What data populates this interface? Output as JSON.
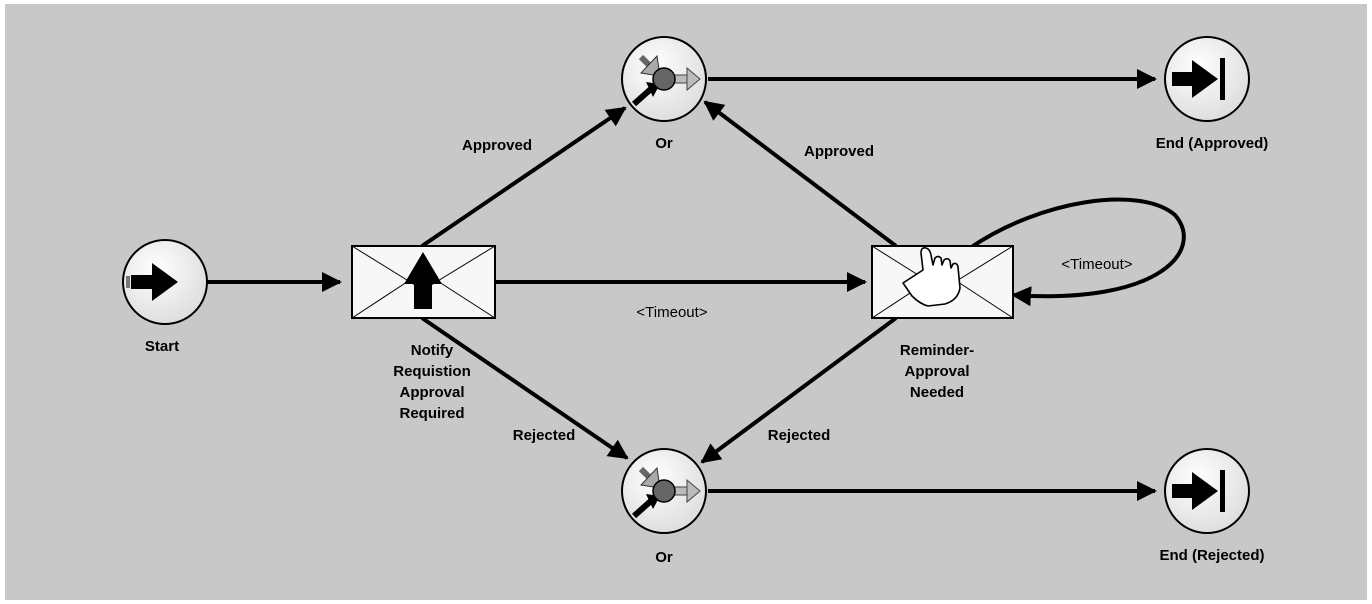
{
  "nodes": {
    "start": {
      "label": "Start"
    },
    "notify": {
      "label_lines": [
        "Notify",
        "Requistion",
        "Approval",
        "Required"
      ]
    },
    "reminder": {
      "label_lines": [
        "Reminder-",
        "Approval",
        "Needed"
      ]
    },
    "or_top": {
      "label": "Or"
    },
    "or_bottom": {
      "label": "Or"
    },
    "end_approved": {
      "label": "End (Approved)"
    },
    "end_rejected": {
      "label": "End (Rejected)"
    }
  },
  "edges": {
    "notify_approved": {
      "label": "Approved"
    },
    "reminder_approved": {
      "label": "Approved"
    },
    "notify_rejected": {
      "label": "Rejected"
    },
    "reminder_rejected": {
      "label": "Rejected"
    },
    "notify_timeout": {
      "label": "<Timeout>"
    },
    "reminder_timeout": {
      "label": "<Timeout>"
    }
  },
  "icons": {
    "start": "arrow-right-icon",
    "notify": "envelope-up-arrow-icon",
    "reminder": "envelope-hand-icon",
    "or": "or-gate-icon",
    "end": "end-arrow-bar-icon"
  },
  "colors": {
    "background": "#c8c8c8",
    "node_fill": "#ffffff",
    "stroke": "#000000"
  }
}
